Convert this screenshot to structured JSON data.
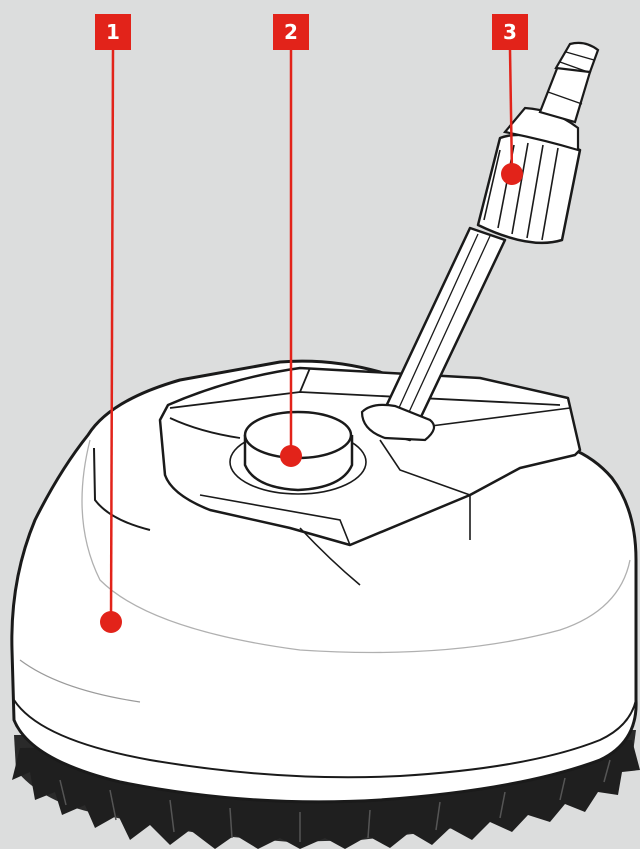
{
  "diagram": {
    "background_color": "#dcdddd",
    "accent_color": "#e2231a",
    "subject": "surface-cleaner-attachment",
    "callouts": [
      {
        "number": "1",
        "part": "housing"
      },
      {
        "number": "2",
        "part": "center-knob"
      },
      {
        "number": "3",
        "part": "lance-connector"
      }
    ]
  }
}
